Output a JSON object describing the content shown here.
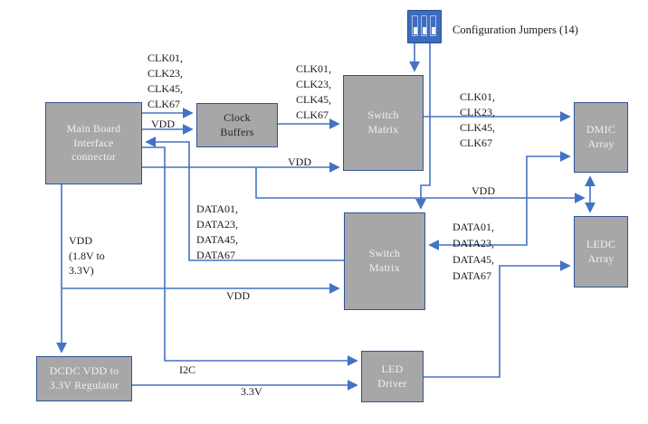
{
  "diagram": {
    "note": "Configuration Jumpers (14)",
    "colors": {
      "box_fill": "#a7a7a7",
      "box_border": "#2e5496",
      "wire_blue": "#4472c4",
      "jumper_fill": "#3d6cc0",
      "box_text_light": "#eef0f2",
      "box_text_dark": "#262626"
    },
    "boxes": {
      "main_board": {
        "label": "Main Board\nInterface\nconnector"
      },
      "clock_buffers": {
        "label": "Clock\nBuffers"
      },
      "switch_matrix_top": {
        "label": "Switch\nMatrix"
      },
      "switch_matrix_bottom": {
        "label": "Switch\nMatrix"
      },
      "dmic_array": {
        "label": "DMIC\nArray"
      },
      "ledc_array": {
        "label": "LEDC\nArray"
      },
      "led_driver": {
        "label": "LED\nDriver"
      },
      "dcdc_regulator": {
        "label": "DCDC VDD to\n3.3V Regulator"
      }
    },
    "signals": {
      "clk_main_to_buffers": "CLK01,\nCLK23,\nCLK45,\nCLK67",
      "vdd_main_to_buffers": "VDD",
      "clk_buffers_to_switch": "CLK01,\nCLK23,\nCLK45,\nCLK67",
      "vdd_main_to_switch": "VDD",
      "clk_switch_to_dmic": "CLK01,\nCLK23,\nCLK45,\nCLK67",
      "vdd_to_arrays": "VDD",
      "data_main_bus": "DATA01,\nDATA23,\nDATA45,\nDATA67",
      "data_switch_dmic_bus": "DATA01,\nDATA23,\nDATA45,\nDATA67",
      "vdd_range": "VDD\n(1.8V to\n3.3V)",
      "vdd_to_switch_bottom": "VDD",
      "i2c": "I2C",
      "v33": "3.3V"
    }
  }
}
